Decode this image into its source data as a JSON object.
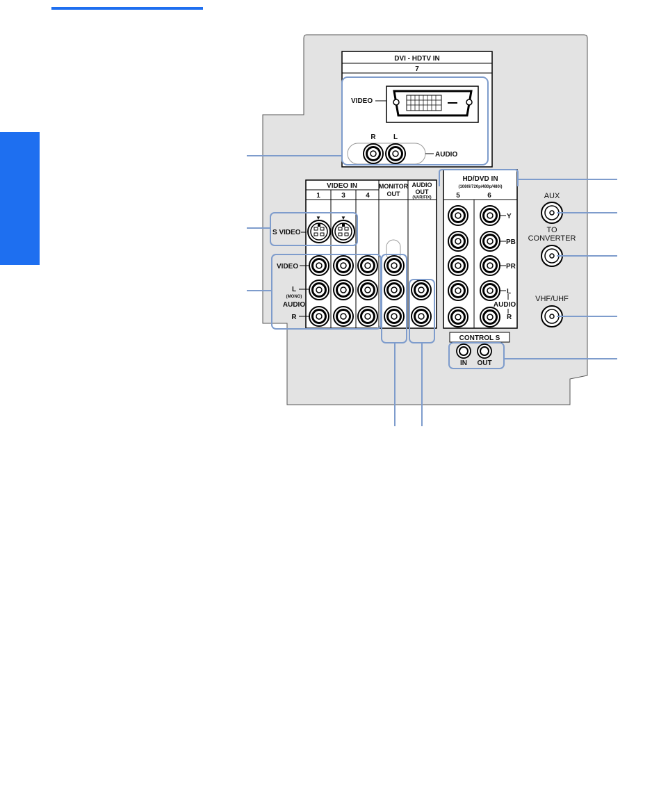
{
  "colors": {
    "accent_blue": "#1e6ff0",
    "callout_blue": "#7e9ccc",
    "panel_gray": "#e3e3e3"
  },
  "panel": {
    "dvi": {
      "title": "DVI - HDTV IN",
      "number": "7",
      "video_label": "VIDEO",
      "r_label": "R",
      "l_label": "L",
      "audio_label": "AUDIO"
    },
    "video_in": {
      "title": "VIDEO IN",
      "col1": "1",
      "col3": "3",
      "col4": "4",
      "s_video_label": "S VIDEO",
      "video_row": "VIDEO",
      "l_row": "L",
      "mono": "(MONO)",
      "audio_row": "AUDIO",
      "r_row": "R"
    },
    "monitor_out": {
      "line1": "MONITOR",
      "line2": "OUT"
    },
    "audio_out": {
      "line1": "AUDIO",
      "line2": "OUT",
      "sub": "(VAR/FIX)"
    },
    "hd_dvd": {
      "title": "HD/DVD IN",
      "sub": "(1080i/720p/480p/480i)",
      "col5": "5",
      "col6": "6",
      "y": "Y",
      "pb": "PB",
      "pr": "PR",
      "l": "L",
      "audio": "AUDIO",
      "r": "R"
    },
    "control_s": {
      "title": "CONTROL S",
      "in": "IN",
      "out": "OUT"
    },
    "rf": {
      "aux": "AUX",
      "to": "TO",
      "converter": "CONVERTER",
      "vhf_uhf": "VHF/UHF"
    }
  }
}
